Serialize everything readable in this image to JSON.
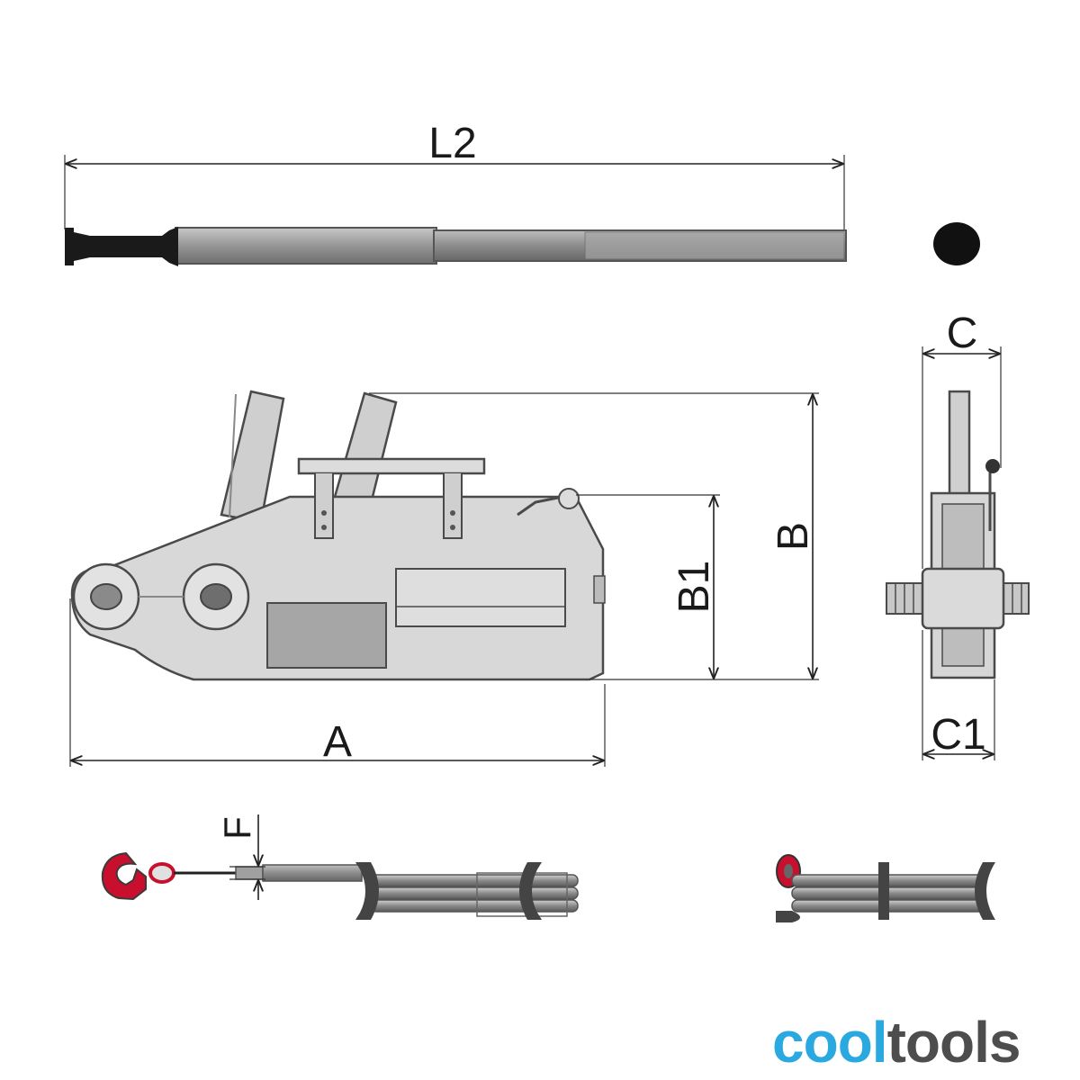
{
  "labels": {
    "L2": "L2",
    "B": "B",
    "B1": "B1",
    "A": "A",
    "C": "C",
    "C1": "C1",
    "F": "F"
  },
  "logo": {
    "part1": "cool",
    "part2": "tools"
  },
  "colors": {
    "body_fill": "#d8d8d8",
    "body_stroke": "#4a4a4a",
    "handle_grip": "#1a1a1a",
    "hook": "#c8102e",
    "logo_cool": "#2aa8e0",
    "logo_tools": "#4d4d4d"
  }
}
